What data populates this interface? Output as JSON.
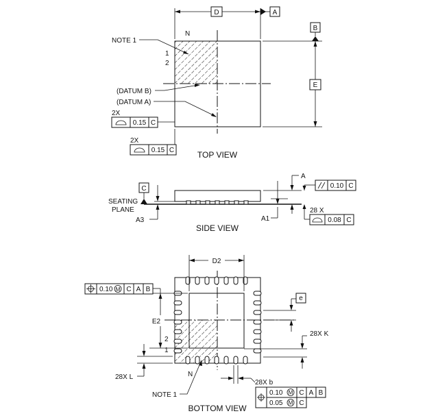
{
  "top_view": {
    "title": "TOP VIEW",
    "dim_d": "D",
    "dim_e": "E",
    "datum_a_flag": "A",
    "datum_b_flag": "B",
    "corner_n": "N",
    "pin1": "1",
    "pin2": "2",
    "note1": "NOTE 1",
    "datum_b_label": "(DATUM B)",
    "datum_a_label": "(DATUM A)",
    "fcf1": {
      "mult": "2X",
      "tol": "0.15",
      "ref": "C"
    },
    "fcf2": {
      "mult": "2X",
      "tol": "0.15",
      "ref": "C"
    }
  },
  "side_view": {
    "title": "SIDE VIEW",
    "datum_c": "C",
    "seating_plane": "SEATING\nPLANE",
    "seating_1": "SEATING",
    "seating_2": "PLANE",
    "a3": "A3",
    "a1": "A1",
    "a": "A",
    "parallel_tol": "0.10",
    "parallel_ref": "C",
    "mult": "28 X",
    "profile_tol": "0.08",
    "profile_ref": "C"
  },
  "bottom_view": {
    "title": "BOTTOM VIEW",
    "d2": "D2",
    "e2": "E2",
    "e": "e",
    "k": "28X K",
    "l": "28X L",
    "b": "28X b",
    "corner_n": "N",
    "pin1": "1",
    "pin2": "2",
    "note1": "NOTE 1",
    "pos_fcf": {
      "tol": "0.10",
      "mod": "M",
      "refs": [
        "C",
        "A",
        "B"
      ]
    },
    "b_fcf": {
      "row1": {
        "tol": "0.10",
        "mod": "M",
        "refs": [
          "C",
          "A",
          "B"
        ]
      },
      "row2": {
        "tol": "0.05",
        "mod": "M",
        "refs": [
          "C"
        ]
      }
    }
  }
}
